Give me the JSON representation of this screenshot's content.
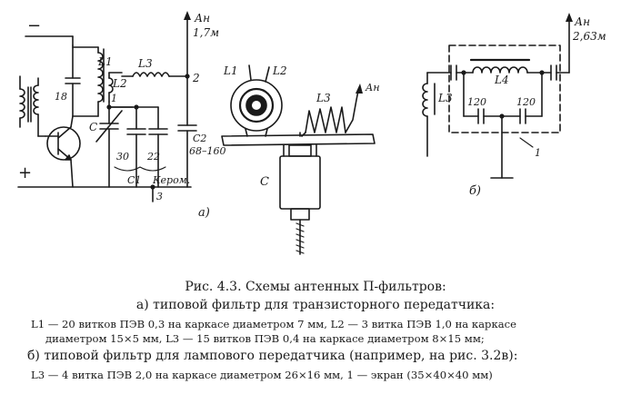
{
  "diagram_a": {
    "labels": {
      "antenna": "Ан",
      "antenna_len": "1,7м",
      "minus": "−",
      "plus": "+",
      "l1": "L1",
      "l2": "L2",
      "l3": "L3",
      "c18": "18",
      "node1": "1",
      "node2": "2",
      "node3": "3",
      "c_var": "C",
      "c30": "30",
      "c22": "22",
      "c1": "C1",
      "ceram": "Кером.",
      "c2": "C2",
      "c2_val": "68–160",
      "panel": "а)"
    }
  },
  "assembly": {
    "labels": {
      "l1": "L1",
      "l2": "L2",
      "l3": "L3",
      "antenna": "Ан",
      "c": "C"
    }
  },
  "diagram_b": {
    "labels": {
      "antenna": "Ан",
      "antenna_len": "2,63м",
      "l3": "L3",
      "l4": "L4",
      "c_left": "120",
      "c_right": "120",
      "screen": "1",
      "panel": "б)"
    }
  },
  "caption": {
    "title": "Рис. 4.3. Схемы антенных П-фильтров:",
    "item_a": "а) типовой фильтр для транзисторного передатчика:",
    "item_a_detail_1": "L1 — 20 витков ПЭВ 0,3 на каркасе диаметром 7 мм, L2 — 3 витка ПЭВ 1,0 на каркасе",
    "item_a_detail_2": "диаметром 15×5 мм, L3 — 15 витков ПЭВ 0,4 на каркасе диаметром 8×15 мм;",
    "item_b": "б) типовой фильтр для лампового передатчика (например, на рис. 3.2в):",
    "item_b_detail": "L3 — 4 витка ПЭВ 2,0 на каркасе диаметром 26×16 мм, 1 — экран (35×40×40 мм)"
  }
}
